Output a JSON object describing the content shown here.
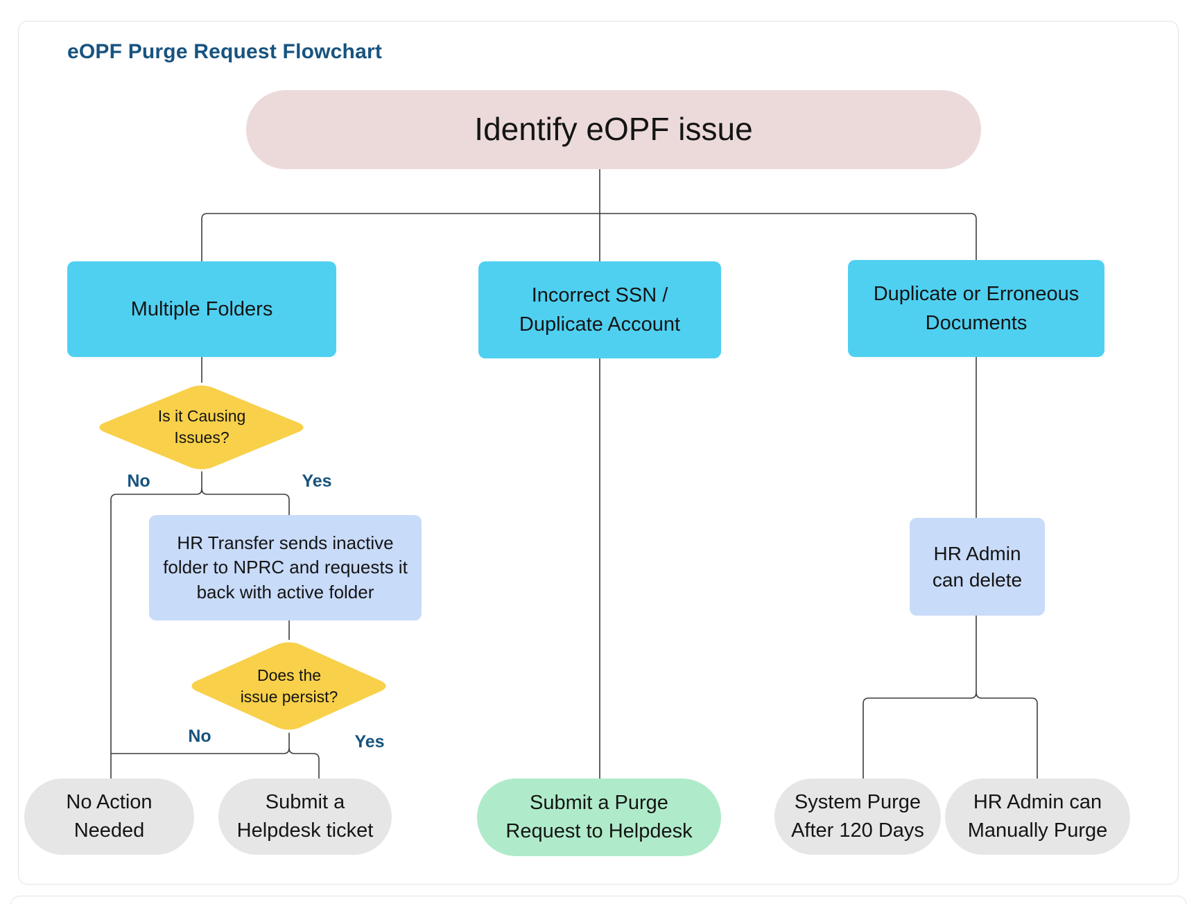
{
  "page": {
    "title": "eOPF Purge Request Flowchart"
  },
  "palette": {
    "start_fill": "#ECDADA",
    "branch_fill": "#4FD0F1",
    "decision_fill": "#F8D04A",
    "process_fill": "#C8DBF9",
    "terminal_fill": "#E6E6E6",
    "success_fill": "#AFEBCA",
    "title_text": "#17537F",
    "edge_label_text": "#17537F",
    "node_text": "#141414",
    "connector_line": "#3B3B3B",
    "card_border": "#E3E3E3"
  },
  "nodes": {
    "start": {
      "label": "Identify eOPF issue"
    },
    "branch_multiple_folders": {
      "label": "Multiple Folders"
    },
    "branch_incorrect_ssn": {
      "lines": [
        "Incorrect SSN /",
        "Duplicate Account"
      ]
    },
    "branch_duplicate_docs": {
      "lines": [
        "Duplicate or Erroneous",
        "Documents"
      ]
    },
    "decision_causing_issues": {
      "lines": [
        "Is it Causing",
        "Issues?"
      ]
    },
    "process_hr_transfer": {
      "lines": [
        "HR Transfer sends inactive",
        "folder to NPRC and requests it",
        "back with active folder"
      ]
    },
    "decision_issue_persist": {
      "lines": [
        "Does the",
        "issue persist?"
      ]
    },
    "process_hr_admin_delete": {
      "lines": [
        "HR Admin",
        "can delete"
      ]
    },
    "terminal_no_action": {
      "lines": [
        "No Action",
        "Needed"
      ]
    },
    "terminal_helpdesk_ticket": {
      "lines": [
        "Submit a",
        "Helpdesk ticket"
      ]
    },
    "success_purge_request": {
      "lines": [
        "Submit a Purge",
        "Request to Helpdesk"
      ]
    },
    "terminal_system_purge": {
      "lines": [
        "System Purge",
        "After 120 Days"
      ]
    },
    "terminal_manual_purge": {
      "lines": [
        "HR Admin can",
        "Manually Purge"
      ]
    }
  },
  "edge_labels": {
    "causing_no": "No",
    "causing_yes": "Yes",
    "persist_no": "No",
    "persist_yes": "Yes"
  }
}
